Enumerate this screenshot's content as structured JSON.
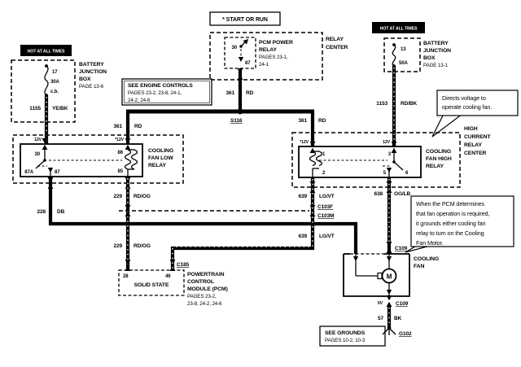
{
  "colors": {
    "ink": "#000000",
    "paper": "#ffffff"
  },
  "hot_labels": {
    "left": "HOT AT ALL TIMES",
    "right": "HOT AT ALL TIMES"
  },
  "start_or_run": "* START OR RUN",
  "bjb_left": {
    "line1": "BATTERY",
    "line2": "JUNCTION",
    "line3": "BOX",
    "page": "PAGE 13-6",
    "fuse_id": "17",
    "fuse_rating": "30A",
    "fuse_type": "c.b."
  },
  "bjb_right": {
    "line1": "BATTERY",
    "line2": "JUNCTION",
    "line3": "BOX",
    "page": "PAGE 13-1",
    "fuse_id": "13",
    "fuse_rating": "50A"
  },
  "relay_center": {
    "line1": "RELAY",
    "line2": "CENTER"
  },
  "pcm_power_relay": {
    "name1": "PCM POWER",
    "name2": "RELAY",
    "pages1": "PAGES 23-1,",
    "pages2": "24-1",
    "pin_30": "30",
    "pin_87": "87"
  },
  "see_engine_controls": {
    "line1": "SEE ENGINE CONTROLS",
    "line2": "PAGES 23-2, 23-8, 24-1,",
    "line3": "24-2, 24-6"
  },
  "splice_s116": "S116",
  "low_relay": {
    "name1": "COOLING",
    "name2": "FAN LOW",
    "name3": "RELAY",
    "pin_30": "30",
    "pin_87a": "87A",
    "pin_87": "87",
    "pin_86": "86",
    "pin_85": "85",
    "volt_switch": "12V",
    "volt_coil": "*12V"
  },
  "high_relay": {
    "name1": "COOLING",
    "name2": "FAN HIGH",
    "name3": "RELAY",
    "pin_1": "1",
    "pin_2": "2",
    "pin_3": "3",
    "pin_5": "5",
    "pin_6": "6",
    "volt_coil": "*12V",
    "volt_switch": "12V"
  },
  "high_current_relay_center": {
    "line1": "HIGH",
    "line2": "CURRENT",
    "line3": "RELAY",
    "line4": "CENTER"
  },
  "wires": {
    "w1155": {
      "circuit": "1155",
      "color": "YE/BK"
    },
    "w1153": {
      "circuit": "1153",
      "color": "RD/BK"
    },
    "w361": {
      "circuit": "361",
      "color": "RD"
    },
    "w228": {
      "circuit": "228",
      "color": "DB"
    },
    "w229": {
      "circuit": "229",
      "color": "RD/OG"
    },
    "w639": {
      "circuit": "639",
      "color": "LG/VT"
    },
    "w638": {
      "circuit": "638",
      "color": "OG/LB"
    },
    "w57": {
      "circuit": "57",
      "color": "BK"
    }
  },
  "connectors": {
    "c103f": "C103F",
    "c103m": "C103M",
    "c185": "C185",
    "c109": "C109",
    "g102": "G102",
    "zero_v": "0V"
  },
  "pcm": {
    "pin_28": "28",
    "pin_46": "46",
    "internal": "SOLID STATE",
    "name1": "POWERTRAIN",
    "name2": "CONTROL",
    "name3": "MODULE (PCM)",
    "pages1": "PAGES 23-2,",
    "pages2": "23-8, 24-2, 24-6"
  },
  "cooling_fan": {
    "name1": "COOLING",
    "name2": "FAN",
    "motor": "M"
  },
  "see_grounds": {
    "line1": "SEE GROUNDS",
    "line2": "PAGES 10-2, 10-3"
  },
  "note_voltage": {
    "line1": "Directs voltage to",
    "line2": "operate cooling fan."
  },
  "note_ground": {
    "line1": "When the PCM determines",
    "line2": "that fan operation is required,",
    "line3": "it grounds either cooling fan",
    "line4": "relay to turn on the Cooling",
    "line5": "Fan Motor."
  }
}
